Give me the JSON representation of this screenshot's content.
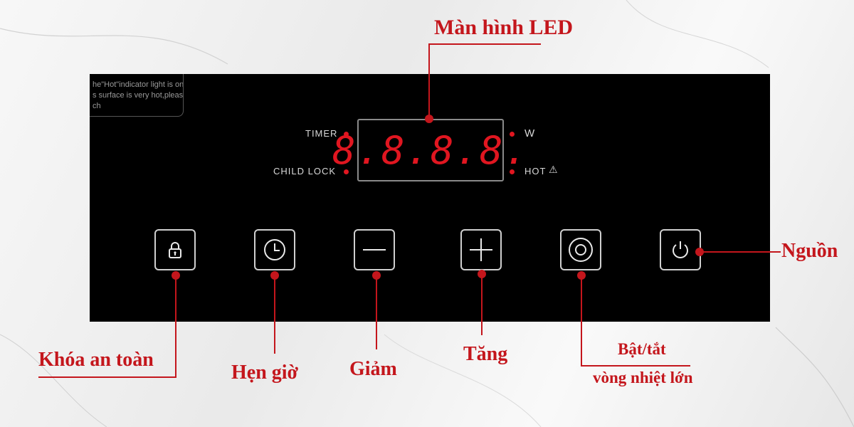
{
  "panel": {
    "warning_text": [
      "he\"Hot\"indicator light is on,",
      "s surface is very hot,please",
      "ch"
    ],
    "display_value": "8.8.8.8.",
    "indicators": {
      "timer": "TIMER",
      "child_lock": "CHILD LOCK",
      "watt": "W",
      "hot": "HOT",
      "hot_symbol": "⚠"
    }
  },
  "labels": {
    "led_screen": "Màn hình LED",
    "safety_lock": "Khóa an toàn",
    "timer": "Hẹn giờ",
    "decrease": "Giảm",
    "increase": "Tăng",
    "ring_toggle_line1": "Bật/tắt",
    "ring_toggle_line2": "vòng nhiệt lớn",
    "power": "Nguồn"
  },
  "colors": {
    "accent": "#c4161c",
    "panel": "#000000",
    "led": "#e01620"
  },
  "icons": [
    "lock-icon",
    "clock-icon",
    "minus-icon",
    "plus-icon",
    "ring-icon",
    "power-icon"
  ]
}
